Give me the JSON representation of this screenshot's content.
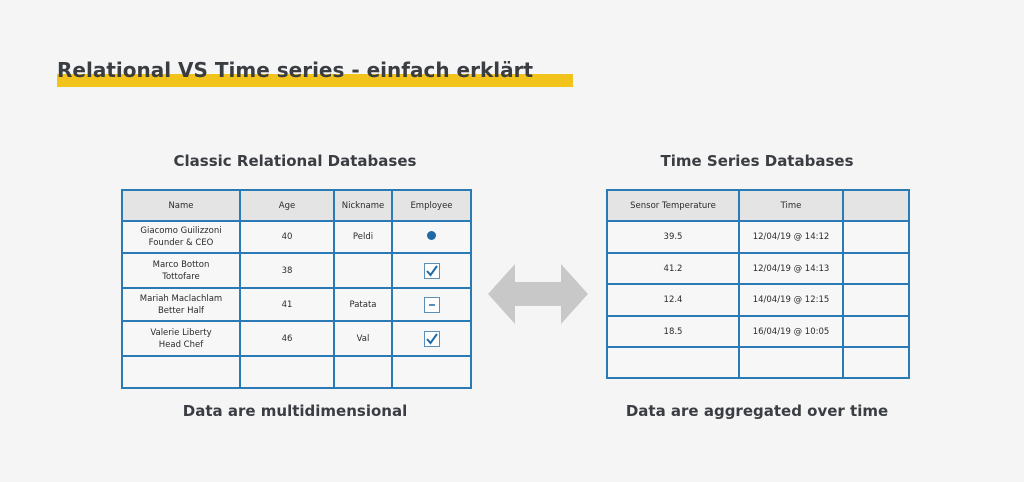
{
  "title": "Relational VS Time series - einfach erklärt",
  "relational": {
    "heading": "Classic Relational Databases",
    "caption": "Data are multidimensional",
    "columns": [
      "Name",
      "Age",
      "Nickname",
      "Employee"
    ],
    "rows": [
      {
        "name": [
          "Giacomo Guilizzoni",
          "Founder & CEO"
        ],
        "age": "40",
        "nickname": "Peldi",
        "employee": "dot"
      },
      {
        "name": [
          "Marco Botton",
          "Tottofare"
        ],
        "age": "38",
        "nickname": "",
        "employee": "checked"
      },
      {
        "name": [
          "Mariah Maclachlam",
          "Better Half"
        ],
        "age": "41",
        "nickname": "Patata",
        "employee": "indeterminate"
      },
      {
        "name": [
          "Valerie Liberty",
          "Head Chef"
        ],
        "age": "46",
        "nickname": "Val",
        "employee": "checked"
      }
    ]
  },
  "timeseries": {
    "heading": "Time Series Databases",
    "caption": "Data are aggregated over time",
    "columns": [
      "Sensor Temperature",
      "Time",
      ""
    ],
    "rows": [
      {
        "value": "39.5",
        "time": "12/04/19 @ 14:12"
      },
      {
        "value": "41.2",
        "time": "12/04/19 @ 14:13"
      },
      {
        "value": "12.4",
        "time": "14/04/19 @ 12:15"
      },
      {
        "value": "18.5",
        "time": "16/04/19 @ 10:05"
      }
    ]
  },
  "icons": {
    "arrow": "double-arrow-icon",
    "arrow_color": "#c8c8c8"
  },
  "colors": {
    "table_border": "#2a7ab5",
    "highlight": "#f2c31a"
  }
}
